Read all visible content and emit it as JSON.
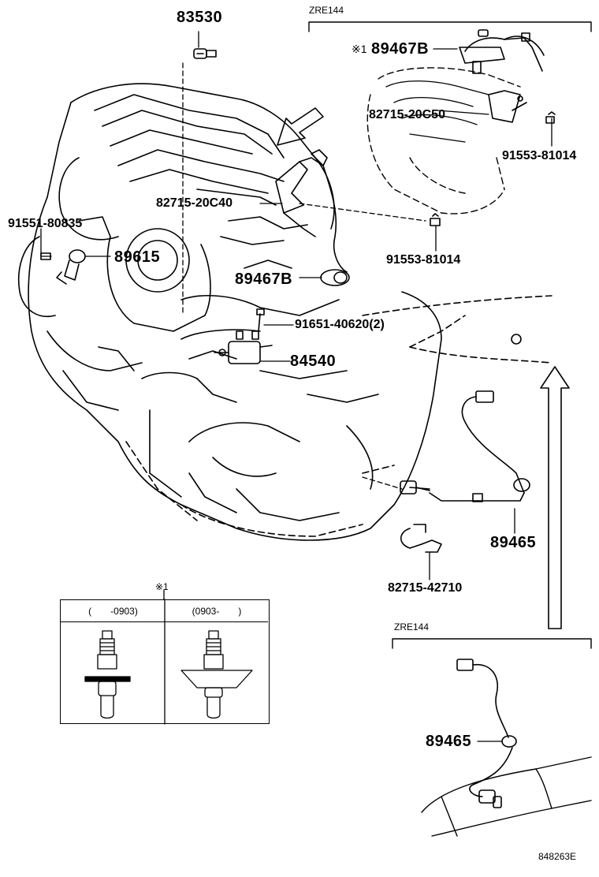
{
  "labels": {
    "p83530": "83530",
    "zre144_top": "ZRE144",
    "mark1": "※1",
    "p89467b_top": "89467B",
    "p82715_20c50": "82715-20C50",
    "p91553_81014_a": "91553-81014",
    "p82715_20c40": "82715-20C40",
    "p91551_80835": "91551-80835",
    "p89615": "89615",
    "p91553_81014_b": "91553-81014",
    "p89467b_mid": "89467B",
    "p91651_40620": "91651-40620(2)",
    "p84540": "84540",
    "p89465_mid": "89465",
    "p82715_42710": "82715-42710",
    "zre144_bottom": "ZRE144",
    "p89465_bottom": "89465",
    "figure_code": "848263E"
  },
  "inset": {
    "marker": "※1",
    "col_left": "(　　-0903)",
    "col_right": "(0903-　　)"
  },
  "colors": {
    "ink": "#000000",
    "background": "#ffffff"
  }
}
